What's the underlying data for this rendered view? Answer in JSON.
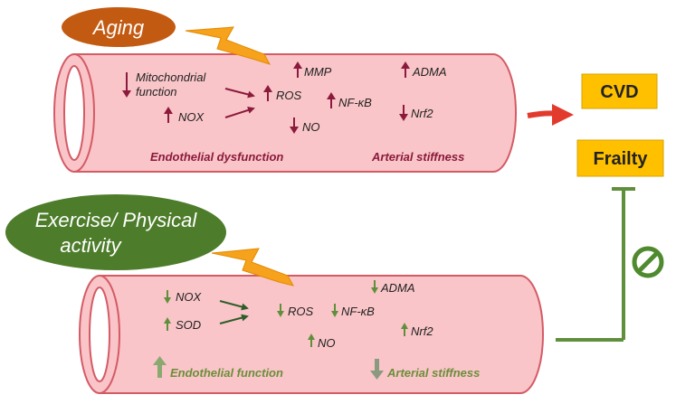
{
  "top": {
    "oval_label": "Aging",
    "mito_line1": "Mitochondrial",
    "mito_line2": "function",
    "nox": "NOX",
    "ros": "ROS",
    "mmp": "MMP",
    "no": "NO",
    "nfkb": "NF-κB",
    "adma": "ADMA",
    "nrf2": "Nrf2",
    "endo": "Endothelial dysfunction",
    "stiff": "Arterial stiffness"
  },
  "bottom": {
    "oval_line1": "Exercise/ Physical",
    "oval_line2": "activity",
    "nox": "NOX",
    "sod": "SOD",
    "ros": "ROS",
    "nfkb": "NF-κB",
    "adma": "ADMA",
    "no": "NO",
    "nrf2": "Nrf2",
    "endo": "Endothelial function",
    "stiff": "Arterial stiffness"
  },
  "outcomes": {
    "cvd": "CVD",
    "frailty": "Frailty"
  },
  "colors": {
    "vessel": "#f9c5c8",
    "vessel_stroke": "#d45b66",
    "dark_red": "#8b1a3c",
    "green_text": "#6b8e3a",
    "green_arrow": "#5f8f3a",
    "aging_oval": "#c35a12",
    "exercise_oval": "#4d7c2a",
    "box_fill": "#ffc000",
    "arrow_red": "#e23b2e",
    "lightning": "#f7a21c"
  },
  "icons": [
    "lightning-icon",
    "prohibition-icon",
    "up-arrow-icon",
    "down-arrow-icon"
  ]
}
